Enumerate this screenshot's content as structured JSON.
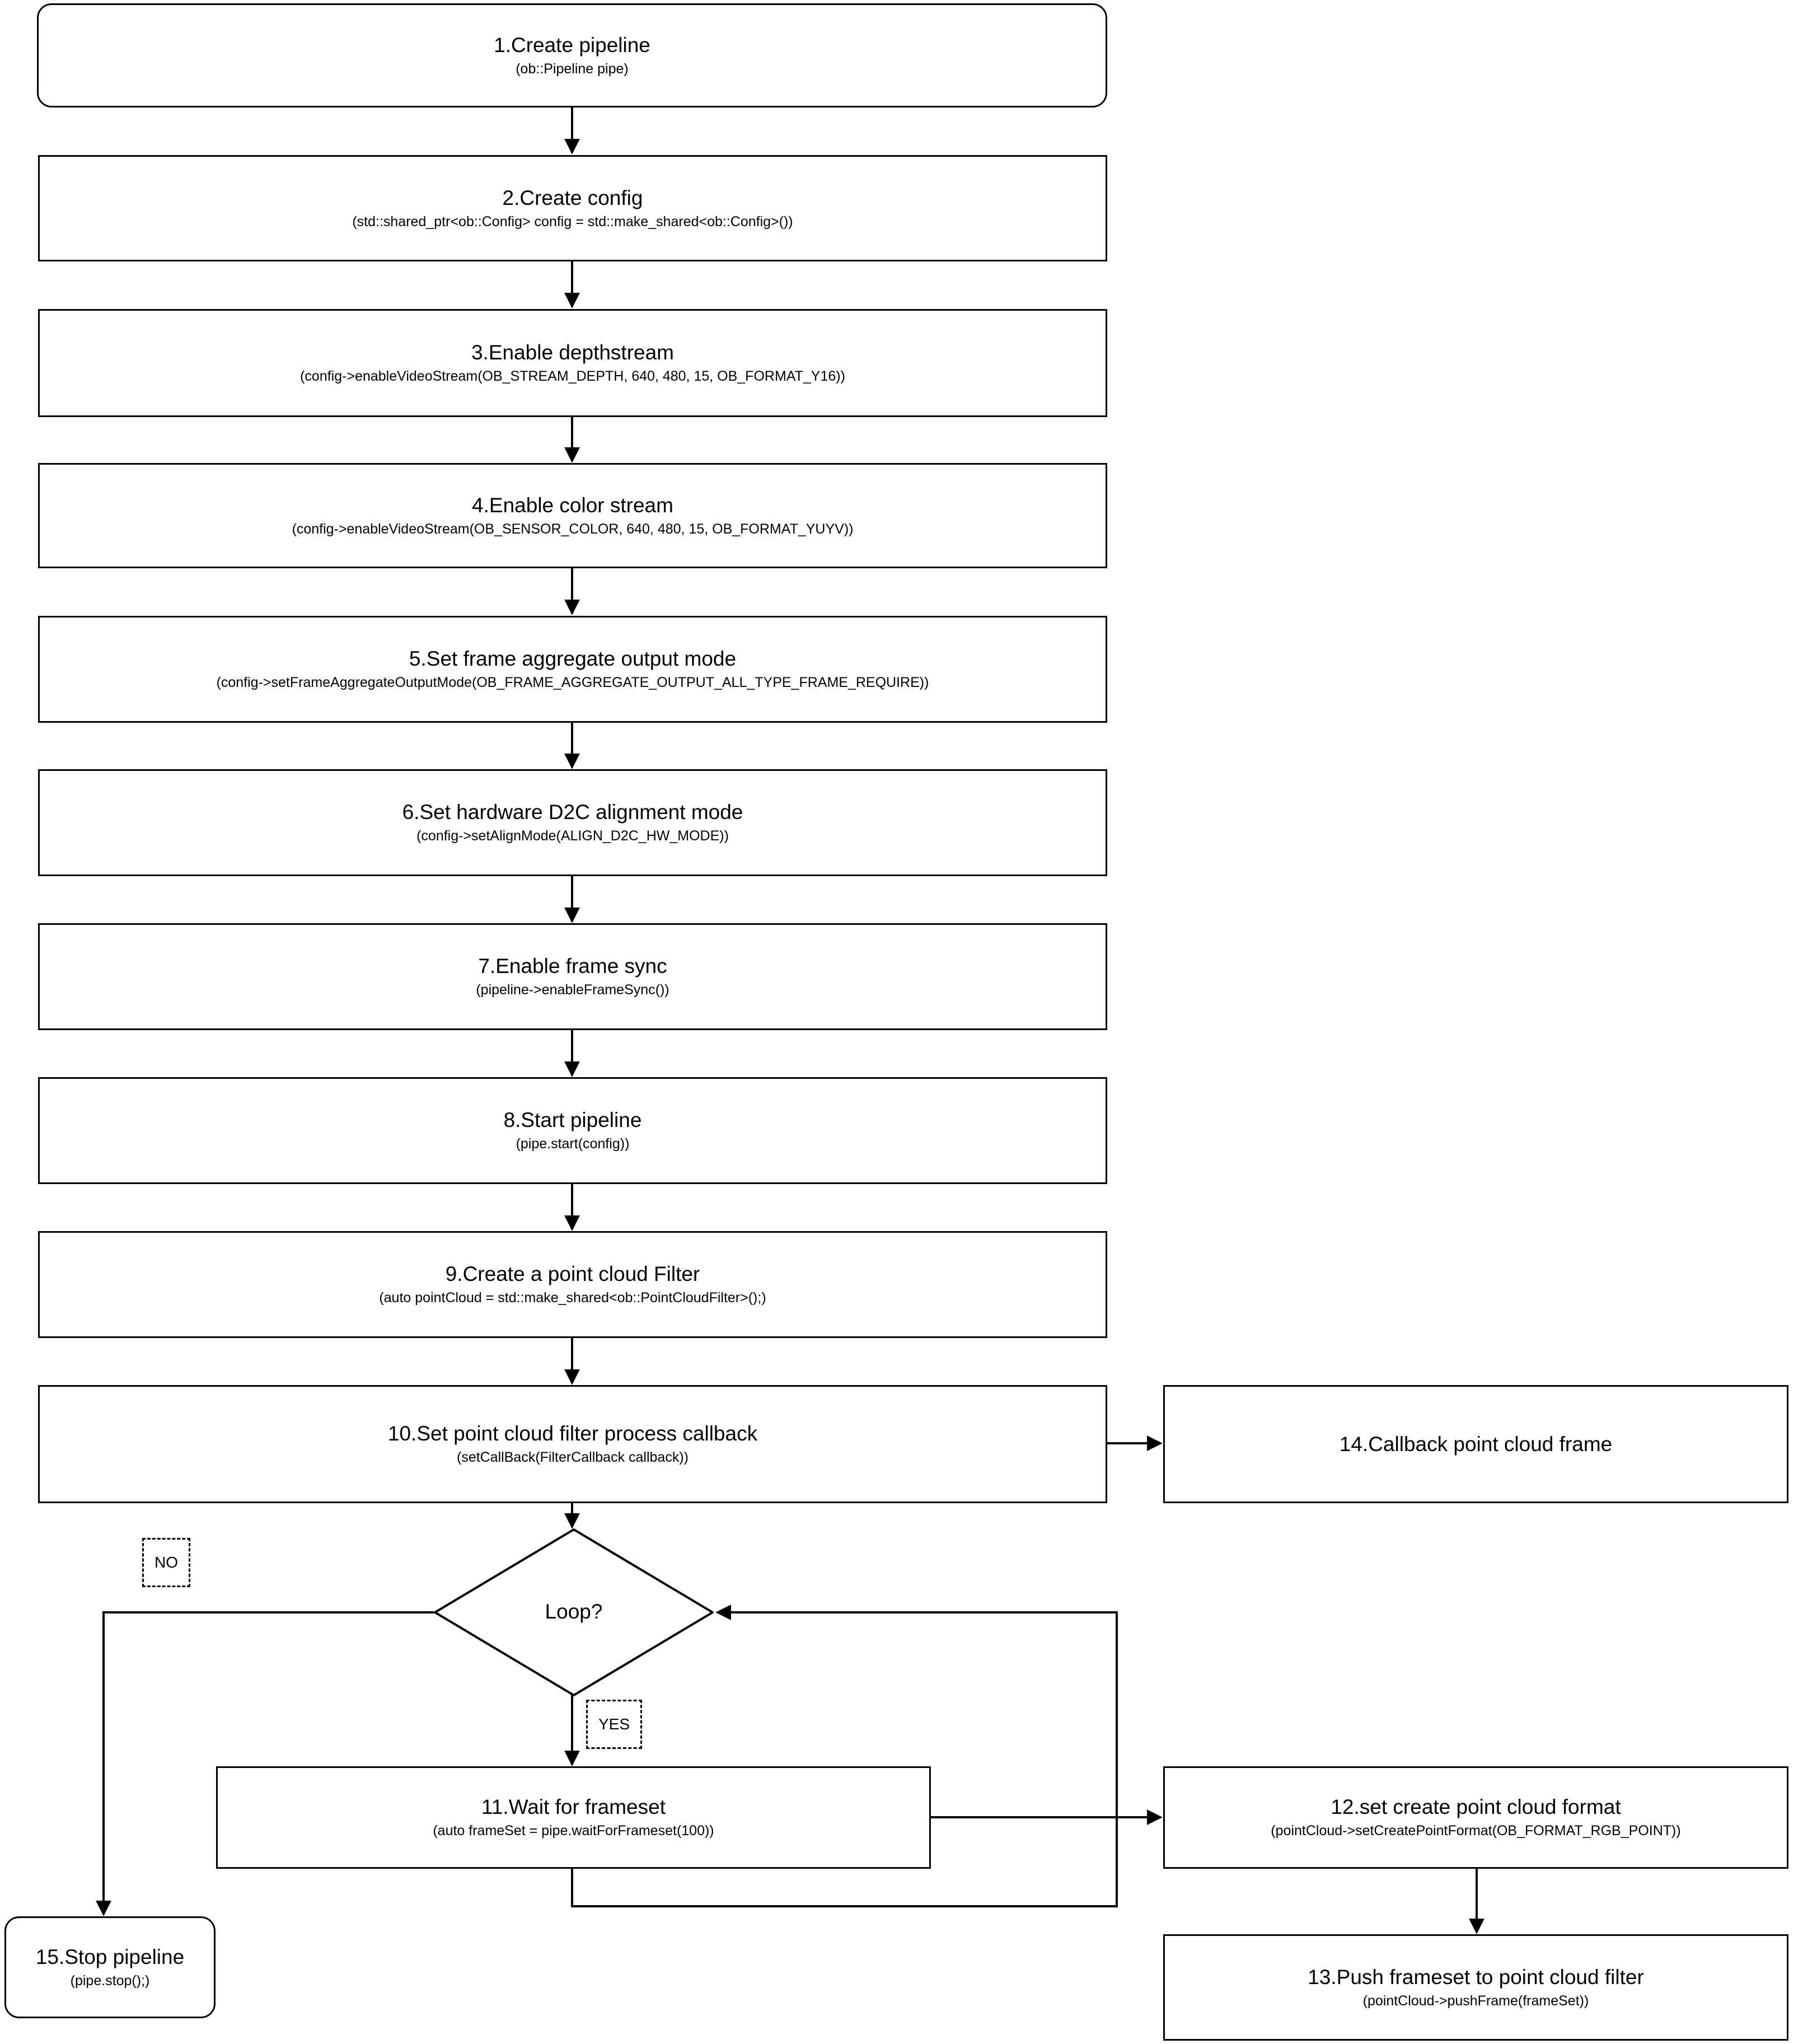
{
  "diagram": {
    "type": "flowchart",
    "title": "Point cloud pipeline flowchart",
    "nodes": [
      {
        "id": "n1",
        "shape": "terminator",
        "title": "1.Create pipeline",
        "sub": "(ob::Pipeline pipe)"
      },
      {
        "id": "n2",
        "shape": "process",
        "title": "2.Create config",
        "sub": "(std::shared_ptr<ob::Config> config = std::make_shared<ob::Config>())"
      },
      {
        "id": "n3",
        "shape": "process",
        "title": "3.Enable depthstream",
        "sub": "(config->enableVideoStream(OB_STREAM_DEPTH, 640, 480, 15, OB_FORMAT_Y16))"
      },
      {
        "id": "n4",
        "shape": "process",
        "title": "4.Enable color stream",
        "sub": "(config->enableVideoStream(OB_SENSOR_COLOR, 640, 480, 15, OB_FORMAT_YUYV))"
      },
      {
        "id": "n5",
        "shape": "process",
        "title": "5.Set frame aggregate output mode",
        "sub": "(config->setFrameAggregateOutputMode(OB_FRAME_AGGREGATE_OUTPUT_ALL_TYPE_FRAME_REQUIRE))"
      },
      {
        "id": "n6",
        "shape": "process",
        "title": "6.Set hardware D2C alignment mode",
        "sub": "(config->setAlignMode(ALIGN_D2C_HW_MODE))"
      },
      {
        "id": "n7",
        "shape": "process",
        "title": "7.Enable frame sync",
        "sub": "(pipeline->enableFrameSync())"
      },
      {
        "id": "n8",
        "shape": "process",
        "title": "8.Start pipeline",
        "sub": "(pipe.start(config))"
      },
      {
        "id": "n9",
        "shape": "process",
        "title": "9.Create a point cloud Filter",
        "sub": "(auto pointCloud = std::make_shared<ob::PointCloudFilter>();)"
      },
      {
        "id": "n10",
        "shape": "process",
        "title": "10.Set point cloud filter process callback",
        "sub": "(setCallBack(FilterCallback callback))"
      },
      {
        "id": "n14",
        "shape": "process",
        "title": "14.Callback point cloud frame",
        "sub": ""
      },
      {
        "id": "n11",
        "shape": "process",
        "title": "11.Wait for frameset",
        "sub": "(auto frameSet = pipe.waitForFrameset(100))"
      },
      {
        "id": "n12",
        "shape": "process",
        "title": "12.set create point cloud format",
        "sub": "(pointCloud->setCreatePointFormat(OB_FORMAT_RGB_POINT))"
      },
      {
        "id": "n13",
        "shape": "process",
        "title": "13.Push frameset to point cloud filter",
        "sub": "(pointCloud->pushFrame(frameSet))"
      },
      {
        "id": "n15",
        "shape": "terminator",
        "title": "15.Stop pipeline",
        "sub": "(pipe.stop();)"
      }
    ],
    "decision": {
      "id": "d1",
      "label": "Loop?"
    },
    "edge_labels": {
      "no": "NO",
      "yes": "YES"
    },
    "colors": {
      "stroke": "#000000",
      "fill": "#ffffff",
      "text": "#000000"
    }
  }
}
